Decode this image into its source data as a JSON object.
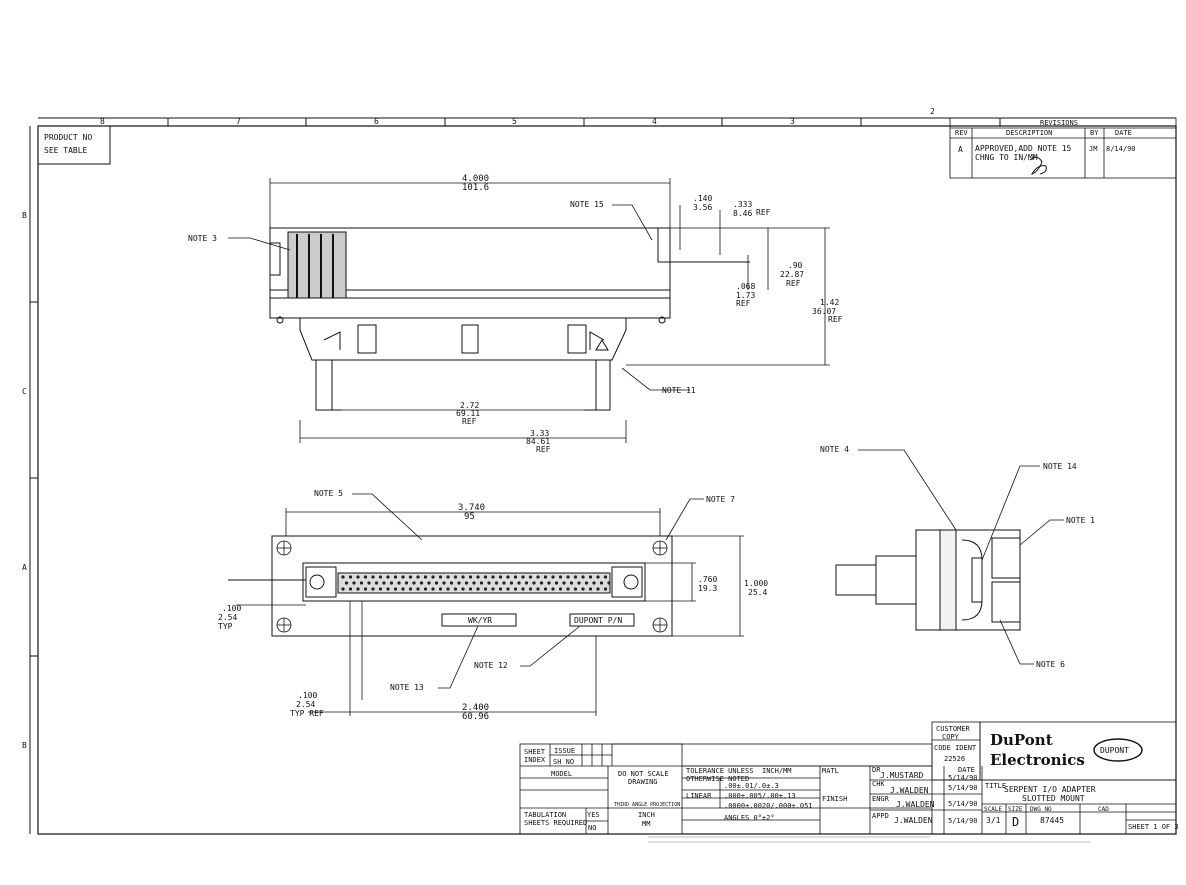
{
  "zones": {
    "top": [
      "8",
      "7",
      "6",
      "5",
      "4",
      "3",
      "2"
    ],
    "left": [
      "B",
      "C",
      "A",
      "B"
    ]
  },
  "product_box": {
    "line1": "PRODUCT NO",
    "line2": "SEE TABLE"
  },
  "revisions": {
    "title": "REVISIONS",
    "headers": [
      "REV",
      "DESCRIPTION",
      "BY",
      "DATE"
    ],
    "row": {
      "rev": "A",
      "desc1": "APPROVED,ADD NOTE 15",
      "desc2": "CHNG TO IN/MM",
      "by": "JM",
      "date": "8/14/90"
    }
  },
  "dims": {
    "top_width_in": "4.000",
    "top_width_mm": "101.6",
    "d140_in": ".140",
    "d140_mm": "3.56",
    "d333_in": ".333",
    "d333_mm": "8.46",
    "ref": "REF",
    "d90_in": ".90",
    "d90_mm": "22.87",
    "d068_in": ".068",
    "d068_mm": "1.73",
    "d142_in": "1.42",
    "d142_mm": "36.07",
    "d272_in": "2.72",
    "d272_mm": "69.11",
    "d333b_in": "3.33",
    "d333b_mm": "84.61",
    "d3740_in": "3.740",
    "d3740_mm": "95",
    "d760_in": ".760",
    "d760_mm": "19.3",
    "d1000_in": "1.000",
    "d1000_mm": "25.4",
    "d100_in": ".100",
    "d100_mm": "2.54",
    "typ": "TYP",
    "d100b_in": ".100",
    "d100b_mm": "2.54",
    "typ_ref": "TYP REF",
    "d2400_in": "2.400",
    "d2400_mm": "60.96"
  },
  "notes": {
    "n15": "NOTE 15",
    "n3": "NOTE 3",
    "n11": "NOTE 11",
    "n5": "NOTE 5",
    "n7": "NOTE 7",
    "n4": "NOTE 4",
    "n14": "NOTE 14",
    "n1": "NOTE 1",
    "n6": "NOTE 6",
    "n12": "NOTE 12",
    "n13": "NOTE 13"
  },
  "labels": {
    "wkyr": "WK/YR",
    "dupont_pn": "DUPONT P/N"
  },
  "title_block": {
    "customer_copy_1": "CUSTOMER",
    "customer_copy_2": "COPY",
    "code_ident_label": "CODE IDENT",
    "code_ident": "22526",
    "brand_1": "DuPont",
    "brand_2": "Electronics",
    "logo": "DUPONT",
    "sheet_index_1": "SHEET",
    "sheet_index_2": "INDEX",
    "issue": "ISSUE",
    "sh_no": "SH NO",
    "model": "MODEL",
    "do_not_scale_1": "DO NOT SCALE",
    "do_not_scale_2": "DRAWING",
    "third_angle": "THIRD ANGLE PROJECTION",
    "tol_1": "TOLERANCE UNLESS",
    "tol_2": "OTHERWISE NOTED",
    "inch_mm": "INCH/MM",
    "tol_row1": ".00±.01/.0±.3",
    "linear": "LINEAR",
    "tol_row2": ".000±.005/.00±.13",
    "tol_row3": ".0000±.0020/.000±.051",
    "angles": "ANGLES  0°±2°",
    "matl": "MATL",
    "finish": "FINISH",
    "tabulation_1": "TABULATION",
    "tabulation_2": "SHEETS REQUIRED",
    "yes": "YES",
    "no": "NO",
    "units_1": "INCH",
    "units_2": "MM",
    "dr_label": "DR",
    "dr_name": "J.MUSTARD",
    "date_label": "DATE",
    "dr_date": "5/14/90",
    "chk_label": "CHK",
    "chk_name": "J.WALDEN",
    "chk_date": "5/14/90",
    "engr_label": "ENGR",
    "engr_name": "J.WALDEN",
    "engr_date": "5/14/90",
    "appd_label": "APPD",
    "appd_name": "J.WALDEN",
    "appd_date": "5/14/90",
    "title_label": "TITLE",
    "title_1": "SERPENT I/O ADAPTER",
    "title_2": "SLOTTED MOUNT",
    "scale_label": "SCALE",
    "scale": "3/1",
    "size_label": "SIZE",
    "size": "D",
    "dwg_label": "DWG NO",
    "dwg_no": "87445",
    "cad_label": "CAD",
    "sheet": "SHEET 1 OF 3"
  }
}
